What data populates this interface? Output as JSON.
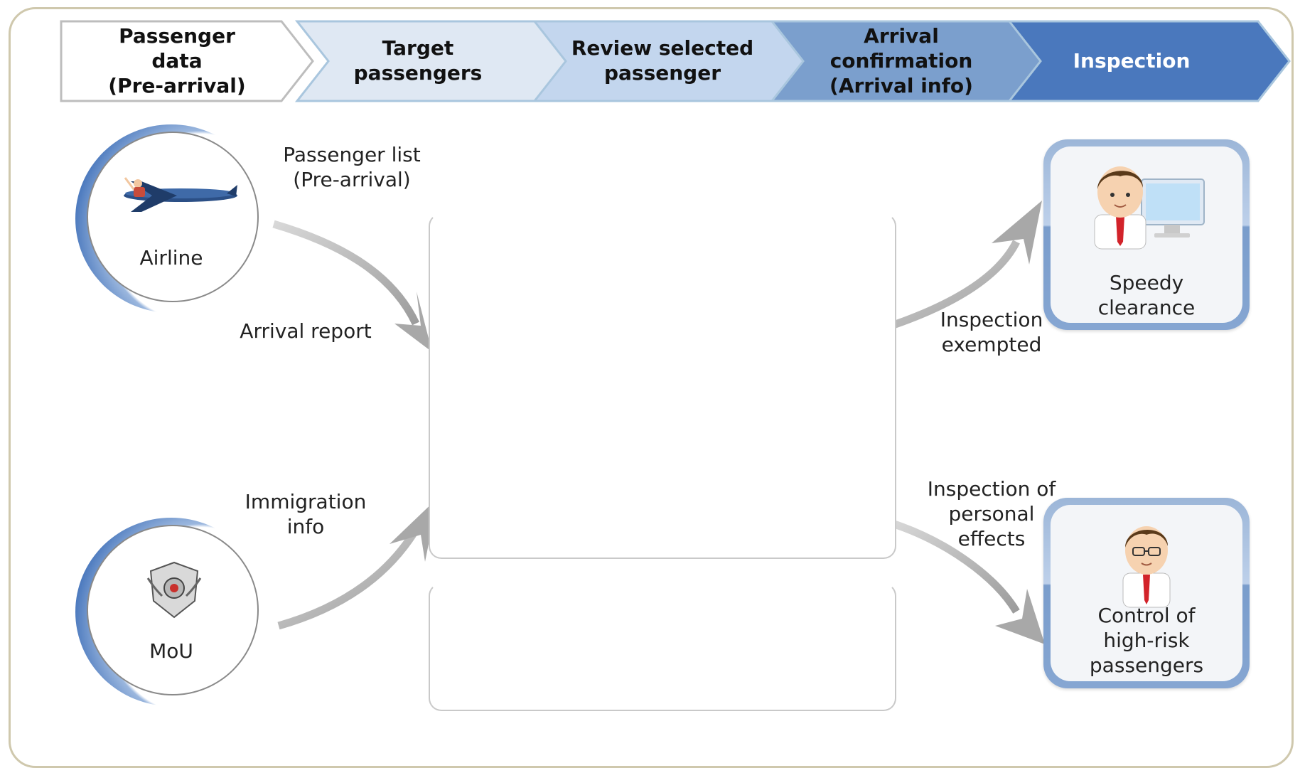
{
  "stages": [
    {
      "lines": [
        "Passenger",
        "data",
        "(Pre-arrival)"
      ],
      "fill": "#ffffff",
      "text_color": "#111111"
    },
    {
      "lines": [
        "Target",
        "passengers"
      ],
      "fill": "#dfe8f3",
      "text_color": "#111111"
    },
    {
      "lines": [
        "Review selected",
        "passenger"
      ],
      "fill": "#c3d6ee",
      "text_color": "#111111"
    },
    {
      "lines": [
        "Arrival",
        "confirmation",
        "(Arrival info)"
      ],
      "fill": "#7b9fcd",
      "text_color": "#111111"
    },
    {
      "lines": [
        "Inspection"
      ],
      "fill": "#4a78bd",
      "text_color": "#ffffff"
    }
  ],
  "sources": {
    "airline": {
      "label": "Airline",
      "icon": "airplane-icon"
    },
    "mou": {
      "label": "MoU",
      "icon": "emblem-icon"
    }
  },
  "flows": {
    "passenger_list": [
      "Passenger list",
      "(Pre-arrival)"
    ],
    "arrival_report": "Arrival report",
    "immigration_info": [
      "Immigration",
      "info"
    ],
    "inspection_exempted": [
      "Inspection",
      "exempted"
    ],
    "inspection_personal": [
      "Inspection of",
      "personal",
      "effects"
    ]
  },
  "outcomes": {
    "speedy": {
      "lines": [
        "Speedy",
        "clearance"
      ],
      "icon": "officer-computer-icon"
    },
    "high_risk": {
      "lines": [
        "Control of",
        "high-risk",
        "passengers"
      ],
      "icon": "officer-glasses-icon"
    }
  },
  "colors": {
    "frame": "#cfc8ad",
    "ring": "#4a78bd",
    "arrow": "#a8a8a8"
  }
}
